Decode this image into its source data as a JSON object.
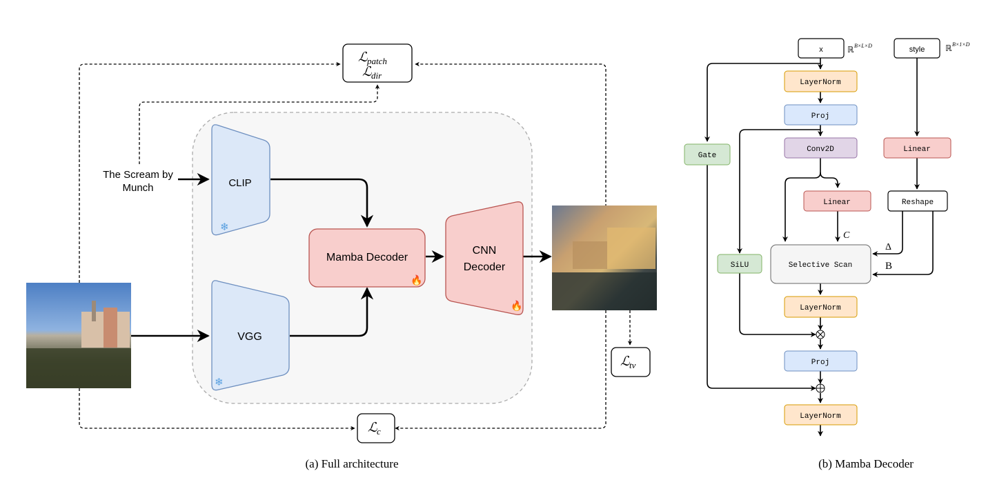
{
  "panel_a": {
    "caption": "(a) Full architecture",
    "text_prompt": [
      "The Scream by",
      "Munch"
    ],
    "clip_label": "CLIP",
    "vgg_label": "VGG",
    "mamba_label": "Mamba Decoder",
    "cnn_label": [
      "CNN",
      "Decoder"
    ],
    "loss_patch": [
      "patch"
    ],
    "loss_dir": [
      "dir"
    ],
    "loss_c": [
      "c"
    ],
    "loss_tv": [
      "tv"
    ],
    "loss_symbol": "ℒ",
    "frozen_icon": "❄",
    "trainable_icon": "🔥"
  },
  "panel_b": {
    "caption": "(b) Mamba Decoder",
    "x_label": "x",
    "x_shape": "ℝ",
    "x_shape_exp": "B×L×D",
    "style_label": "style",
    "style_shape": "ℝ",
    "style_shape_exp": "B×1×D",
    "layernorm_label": "LayerNorm",
    "proj_label": "Proj",
    "conv_label": "Conv2D",
    "gate_label": "Gate",
    "linear_label": "Linear",
    "reshape_label": "Reshape",
    "silu_label": "SiLU",
    "scan_label": "Selective Scan",
    "c_label": "C",
    "delta_label": "Δ",
    "b_label": "B",
    "mult_symbol": "⊗",
    "add_symbol": "⊕"
  },
  "colors": {
    "clip_vgg_fill": "#dce8f8",
    "clip_vgg_stroke": "#6c8ebf",
    "decoder_fill": "#f8cecc",
    "decoder_stroke": "#b85450",
    "norm_fill": "#ffe6cc",
    "norm_stroke": "#d79b00",
    "proj_fill": "#dae8fc",
    "conv_fill": "#e1d5e7",
    "conv_stroke": "#9673a6",
    "gate_fill": "#d5e8d4",
    "gate_stroke": "#82b366",
    "scan_fill": "#f5f5f5"
  }
}
